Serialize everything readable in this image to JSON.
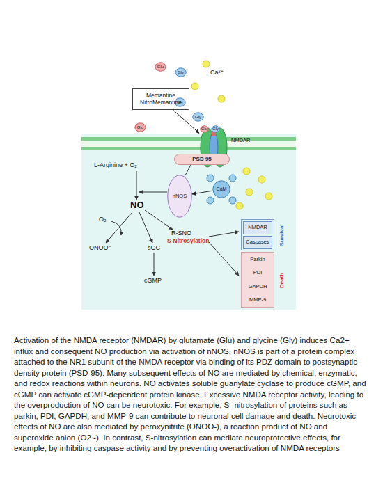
{
  "diagram": {
    "caption": "Activation of the NMDA receptor (NMDAR) by glutamate (Glu) and glycine (Gly) induces Ca2+ influx and consequent NO production via activation of nNOS. nNOS is part of a protein complex attached to the NR1 subunit of the NMDA receptor via binding of its PDZ domain to postsynaptic density protein (PSD-95). Many subsequent effects of NO are mediated by chemical, enzymatic, and redox reactions within neurons. NO activates soluble guanylate cyclase to produce cGMP, and cGMP can activate cGMP-dependent protein kinase. Excessive NMDA receptor activity, leading to the overproduction of NO can be neurotoxic. For example, S -nitrosylation of proteins such as parkin, PDI, GAPDH, and MMP-9 can contribute to neuronal cell damage and death. Neurotoxic effects of NO are also mediated by peroxynitrite (ONOO-), a reaction product of NO and superoxide anion (O2 -). In contrast, S-nitrosylation can mediate neuroprotective effects, for example, by inhibiting caspase activity and by preventing overactivation of NMDA receptors",
    "nodes": [
      {
        "text": [
          "Glu"
        ]
      },
      {
        "text": [
          "Gly"
        ]
      },
      {
        "text": [
          "Memantine NitroMemantine"
        ]
      },
      {
        "text": [
          "Gly"
        ]
      },
      {
        "text": [
          "Gly"
        ]
      },
      {
        "text": [
          "Glu"
        ]
      },
      {
        "text": [
          "NMDAR"
        ]
      },
      {
        "text": [
          "Glu"
        ]
      },
      {
        "text": [
          "Gly"
        ]
      },
      {
        "text": [
          "PSD 95"
        ]
      },
      {
        "text": [
          "nNOS"
        ]
      },
      {
        "text": [
          "CaM"
        ]
      },
      {
        "text": [
          "Survival"
        ]
      },
      {
        "text": [
          "NMDAR"
        ],
        "in": 12
      },
      {
        "text": [
          "Caspases"
        ],
        "in": 12
      },
      {
        "text": [
          "Death",
          "Parkin",
          "PDI",
          "GAPDH",
          "MMP-9"
        ]
      }
    ],
    "edges": [
      {
        "from": 2,
        "to": 6,
        "arrow": "to"
      },
      {
        "from": 11,
        "to": 10,
        "arrow": "to"
      }
    ],
    "labels": [
      "Ca²⁺",
      "L-Arginine + O₂",
      "NO",
      "O₂⁻",
      "ONOO⁻",
      "sGC",
      "cGMP",
      "R-SNO",
      "S-Nitrosylation"
    ]
  }
}
